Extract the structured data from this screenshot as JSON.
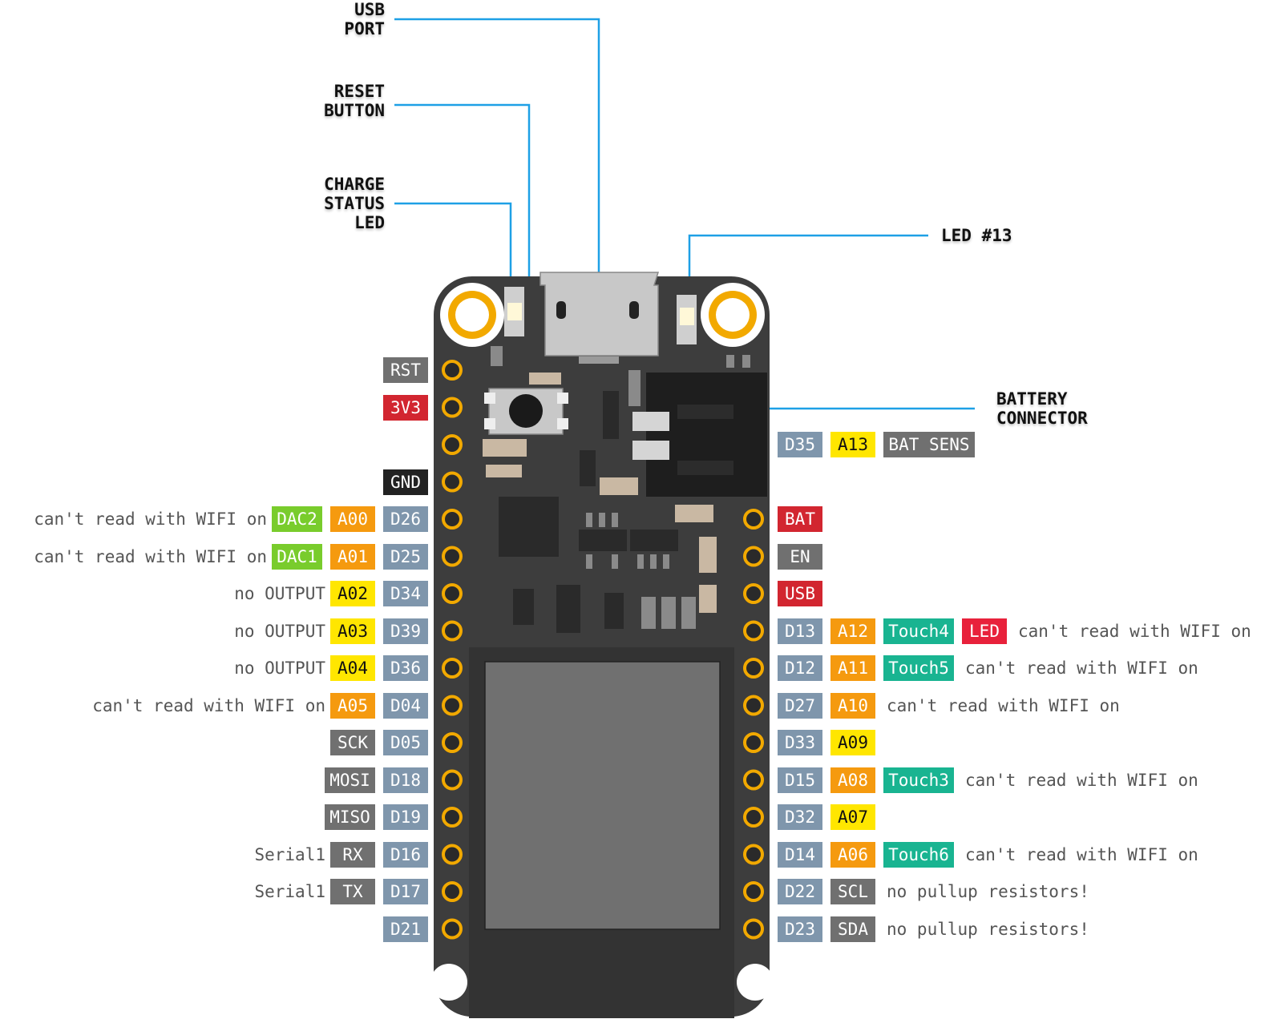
{
  "colors": {
    "gray": "#707070",
    "blue": "#7f96ac",
    "power": "#d22630",
    "ground": "#222222",
    "analog": "#f59a0f",
    "analog_yellow": "#ffe600",
    "dac": "#79cc2c",
    "touch": "#19b491",
    "led": "#e8213b",
    "callout_line": "#1ea0e6",
    "board": "#3d3d3d",
    "pin_ring": "#f2a900"
  },
  "callouts": {
    "usb_port": "USB\nPORT",
    "reset_button": "RESET\nBUTTON",
    "charge_status_led": "CHARGE\nSTATUS\nLED",
    "led_13": "LED #13",
    "battery_connector": "BATTERY\nCONNECTOR"
  },
  "left_pins": [
    {
      "pin": "RST",
      "pin_color": "gray"
    },
    {
      "pin": "3V3",
      "pin_color": "power"
    },
    {
      "pin": "",
      "pin_color": ""
    },
    {
      "pin": "GND",
      "pin_color": "ground"
    },
    {
      "pin": "D26",
      "pin_color": "blue",
      "tags": [
        {
          "text": "A00",
          "color": "analog"
        },
        {
          "text": "DAC2",
          "color": "dac"
        }
      ],
      "note": "can't read with WIFI on"
    },
    {
      "pin": "D25",
      "pin_color": "blue",
      "tags": [
        {
          "text": "A01",
          "color": "analog"
        },
        {
          "text": "DAC1",
          "color": "dac"
        }
      ],
      "note": "can't read with WIFI on"
    },
    {
      "pin": "D34",
      "pin_color": "blue",
      "tags": [
        {
          "text": "A02",
          "color": "analog_yellow"
        }
      ],
      "note": "no OUTPUT"
    },
    {
      "pin": "D39",
      "pin_color": "blue",
      "tags": [
        {
          "text": "A03",
          "color": "analog_yellow"
        }
      ],
      "note": "no OUTPUT"
    },
    {
      "pin": "D36",
      "pin_color": "blue",
      "tags": [
        {
          "text": "A04",
          "color": "analog_yellow"
        }
      ],
      "note": "no OUTPUT"
    },
    {
      "pin": "D04",
      "pin_color": "blue",
      "tags": [
        {
          "text": "A05",
          "color": "analog"
        }
      ],
      "note": "can't read with WIFI on"
    },
    {
      "pin": "D05",
      "pin_color": "blue",
      "tags": [
        {
          "text": "SCK",
          "color": "gray"
        }
      ]
    },
    {
      "pin": "D18",
      "pin_color": "blue",
      "tags": [
        {
          "text": "MOSI",
          "color": "gray"
        }
      ]
    },
    {
      "pin": "D19",
      "pin_color": "blue",
      "tags": [
        {
          "text": "MISO",
          "color": "gray"
        }
      ]
    },
    {
      "pin": "D16",
      "pin_color": "blue",
      "tags": [
        {
          "text": "RX",
          "color": "gray"
        }
      ],
      "note": "Serial1"
    },
    {
      "pin": "D17",
      "pin_color": "blue",
      "tags": [
        {
          "text": "TX",
          "color": "gray"
        }
      ],
      "note": "Serial1"
    },
    {
      "pin": "D21",
      "pin_color": "blue"
    }
  ],
  "right_pins": [
    {
      "pin": "BAT",
      "pin_color": "power"
    },
    {
      "pin": "EN",
      "pin_color": "gray"
    },
    {
      "pin": "USB",
      "pin_color": "power"
    },
    {
      "pin": "D13",
      "pin_color": "blue",
      "tags": [
        {
          "text": "A12",
          "color": "analog"
        },
        {
          "text": "Touch4",
          "color": "touch"
        },
        {
          "text": "LED",
          "color": "led"
        }
      ],
      "note": "can't read with WIFI on"
    },
    {
      "pin": "D12",
      "pin_color": "blue",
      "tags": [
        {
          "text": "A11",
          "color": "analog"
        },
        {
          "text": "Touch5",
          "color": "touch"
        }
      ],
      "note": "can't read with WIFI on"
    },
    {
      "pin": "D27",
      "pin_color": "blue",
      "tags": [
        {
          "text": "A10",
          "color": "analog"
        }
      ],
      "note": "can't read with WIFI on"
    },
    {
      "pin": "D33",
      "pin_color": "blue",
      "tags": [
        {
          "text": "A09",
          "color": "analog_yellow"
        }
      ]
    },
    {
      "pin": "D15",
      "pin_color": "blue",
      "tags": [
        {
          "text": "A08",
          "color": "analog"
        },
        {
          "text": "Touch3",
          "color": "touch"
        }
      ],
      "note": "can't read with WIFI on"
    },
    {
      "pin": "D32",
      "pin_color": "blue",
      "tags": [
        {
          "text": "A07",
          "color": "analog_yellow"
        }
      ]
    },
    {
      "pin": "D14",
      "pin_color": "blue",
      "tags": [
        {
          "text": "A06",
          "color": "analog"
        },
        {
          "text": "Touch6",
          "color": "touch"
        }
      ],
      "note": "can't read with WIFI on"
    },
    {
      "pin": "D22",
      "pin_color": "blue",
      "tags": [
        {
          "text": "SCL",
          "color": "gray"
        }
      ],
      "note": "no pullup resistors!"
    },
    {
      "pin": "D23",
      "pin_color": "blue",
      "tags": [
        {
          "text": "SDA",
          "color": "gray"
        }
      ],
      "note": "no pullup resistors!"
    }
  ],
  "battery_sense": {
    "pin": "D35",
    "pin_color": "blue",
    "tags": [
      {
        "text": "A13",
        "color": "analog_yellow"
      },
      {
        "text": "BAT SENS",
        "color": "gray"
      }
    ]
  }
}
